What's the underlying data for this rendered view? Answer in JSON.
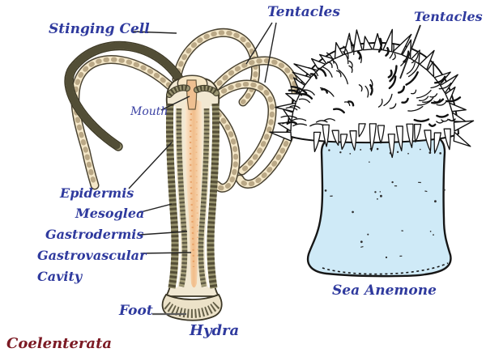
{
  "diagram_title": "Coelenterata",
  "hydra": {
    "caption": "Hydra",
    "labels": {
      "stinging_cell": "Stinging Cell",
      "tentacles": "Tentacles",
      "mouth": "Mouth",
      "epidermis": "Epidermis",
      "mesoglea": "Mesoglea",
      "gastrodermis": "Gastrodermis",
      "gastrovascular_cavity": "Gastrovascular Cavity",
      "foot": "Foot"
    }
  },
  "sea_anemone": {
    "caption": "Sea Anemone",
    "labels": {
      "tentacles": "Tentacles"
    }
  },
  "colors": {
    "label_blue": "#2f3a9e",
    "title_maroon": "#7c1a24",
    "anemone_body_blue": "#cfeaf7",
    "hydra_body_cream": "#f1e8d2",
    "hydra_cavity_peach": "#f1bd8a",
    "ink_black": "#111111"
  }
}
